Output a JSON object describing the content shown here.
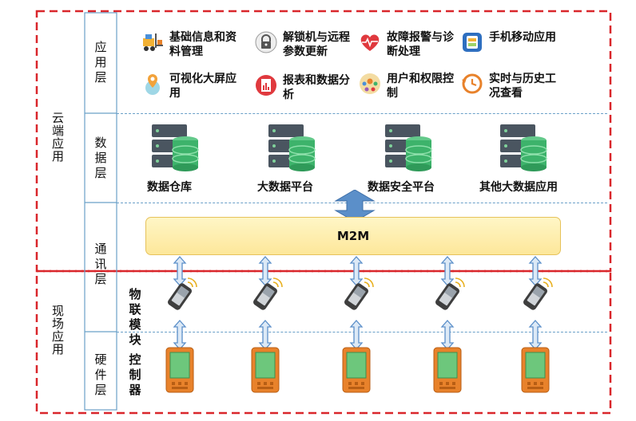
{
  "sections": {
    "cloud": "云端应用",
    "field": "现场应用"
  },
  "layers": {
    "app": "应用层",
    "data": "数据层",
    "comm": "通讯层",
    "hw": "硬件层"
  },
  "device_labels": {
    "iot_module": "物联模块",
    "controller": "控制器"
  },
  "apps": [
    {
      "label": "基础信息和资料管理",
      "icon": "forklift-icon"
    },
    {
      "label": "解锁机与远程参数更新",
      "icon": "lock-icon"
    },
    {
      "label": "故障报警与诊断处理",
      "icon": "heart-pulse-icon"
    },
    {
      "label": "手机移动应用",
      "icon": "mobile-app-icon"
    },
    {
      "label": "可视化大屏应用",
      "icon": "map-pin-icon"
    },
    {
      "label": "报表和数据分析",
      "icon": "report-icon"
    },
    {
      "label": "用户和权限控制",
      "icon": "users-icon"
    },
    {
      "label": "实时与历史工况查看",
      "icon": "history-clock-icon"
    }
  ],
  "data_platforms": [
    "数据仓库",
    "大数据平台",
    "数据安全平台",
    "其他大数据应用"
  ],
  "comm": {
    "m2m": "M2M"
  },
  "colors": {
    "boundary": "#d9262b",
    "separator": "#6aa0c8",
    "arrow": "#5b8fc9",
    "m2m_fill": "#fde79a",
    "db_dark": "#4a5560",
    "db_green": "#3db36b",
    "controller_orange": "#e8822b",
    "controller_screen": "#6dc77c"
  }
}
